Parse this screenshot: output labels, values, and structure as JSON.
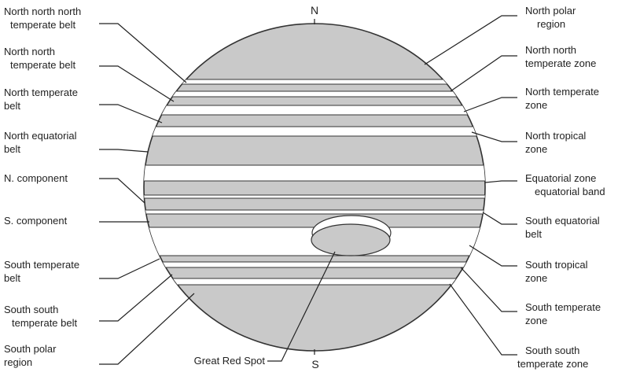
{
  "poles": {
    "north": "N",
    "south": "S"
  },
  "left_labels": [
    {
      "lines": [
        "North north north",
        "temperate belt"
      ]
    },
    {
      "lines": [
        "North north",
        "temperate belt"
      ]
    },
    {
      "lines": [
        "North temperate",
        "belt"
      ]
    },
    {
      "lines": [
        "North equatorial",
        "belt"
      ]
    },
    {
      "lines": [
        "N. component"
      ]
    },
    {
      "lines": [
        "S. component"
      ]
    },
    {
      "lines": [
        "South temperate",
        "belt"
      ]
    },
    {
      "lines": [
        "South south",
        "temperate belt"
      ]
    },
    {
      "lines": [
        "South polar",
        "region"
      ]
    }
  ],
  "right_labels": [
    {
      "lines": [
        "North polar",
        "region"
      ]
    },
    {
      "lines": [
        "North north",
        "temperate zone"
      ]
    },
    {
      "lines": [
        "North temperate",
        "zone"
      ]
    },
    {
      "lines": [
        "North tropical",
        "zone"
      ]
    },
    {
      "lines": [
        "Equatorial zone",
        "equatorial band"
      ]
    },
    {
      "lines": [
        "South equatorial",
        "belt"
      ]
    },
    {
      "lines": [
        "South tropical",
        "zone"
      ]
    },
    {
      "lines": [
        "South temperate",
        "zone"
      ]
    },
    {
      "lines": [
        "South south",
        "temperate zone"
      ]
    }
  ],
  "great_red_spot": {
    "label": "Great Red Spot"
  },
  "colors": {
    "belt": "#c9c9c9",
    "zone": "#ffffff",
    "outline": "#333333"
  }
}
